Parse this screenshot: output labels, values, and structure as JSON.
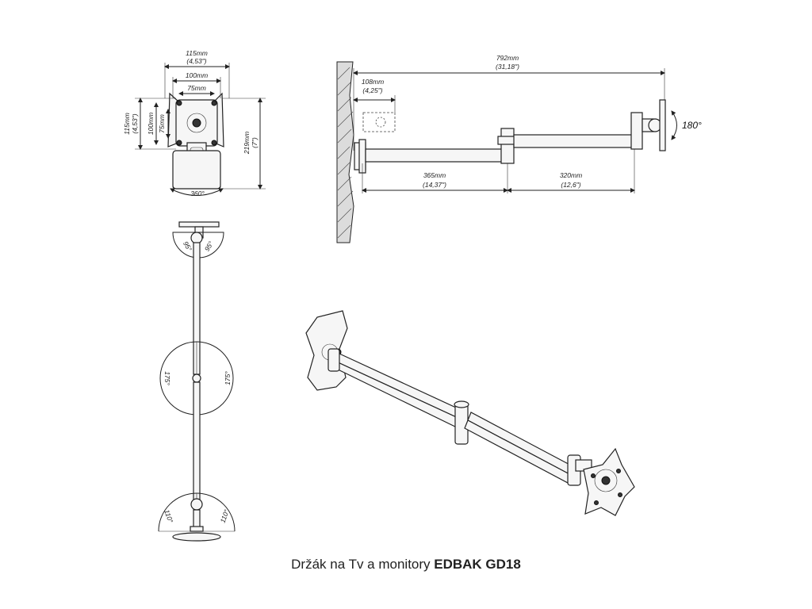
{
  "front_view": {
    "width_outer": "115mm",
    "width_outer_in": "(4,53\")",
    "width_mid": "100mm",
    "width_inner": "75mm",
    "height_outer": "115mm",
    "height_outer_in": "(4,53\")",
    "height_mid": "100mm",
    "height_inner": "75mm",
    "height_total": "219mm",
    "height_total_in": "(7\")",
    "rotation": "360°"
  },
  "side_view": {
    "total_length": "792mm",
    "total_length_in": "(31,18\")",
    "wall_offset": "108mm",
    "wall_offset_in": "(4,25\")",
    "arm1": "365mm",
    "arm1_in": "(14,37\")",
    "arm2": "320mm",
    "arm2_in": "(12,6\")",
    "tilt": "180°"
  },
  "top_view": {
    "top_left": "95°",
    "top_right": "95°",
    "mid_left": "175°",
    "mid_right": "175°",
    "bottom_left": "110°",
    "bottom_right": "110°"
  },
  "caption": {
    "prefix": "Držák na Tv a monitory ",
    "model": "EDBAK GD18"
  }
}
